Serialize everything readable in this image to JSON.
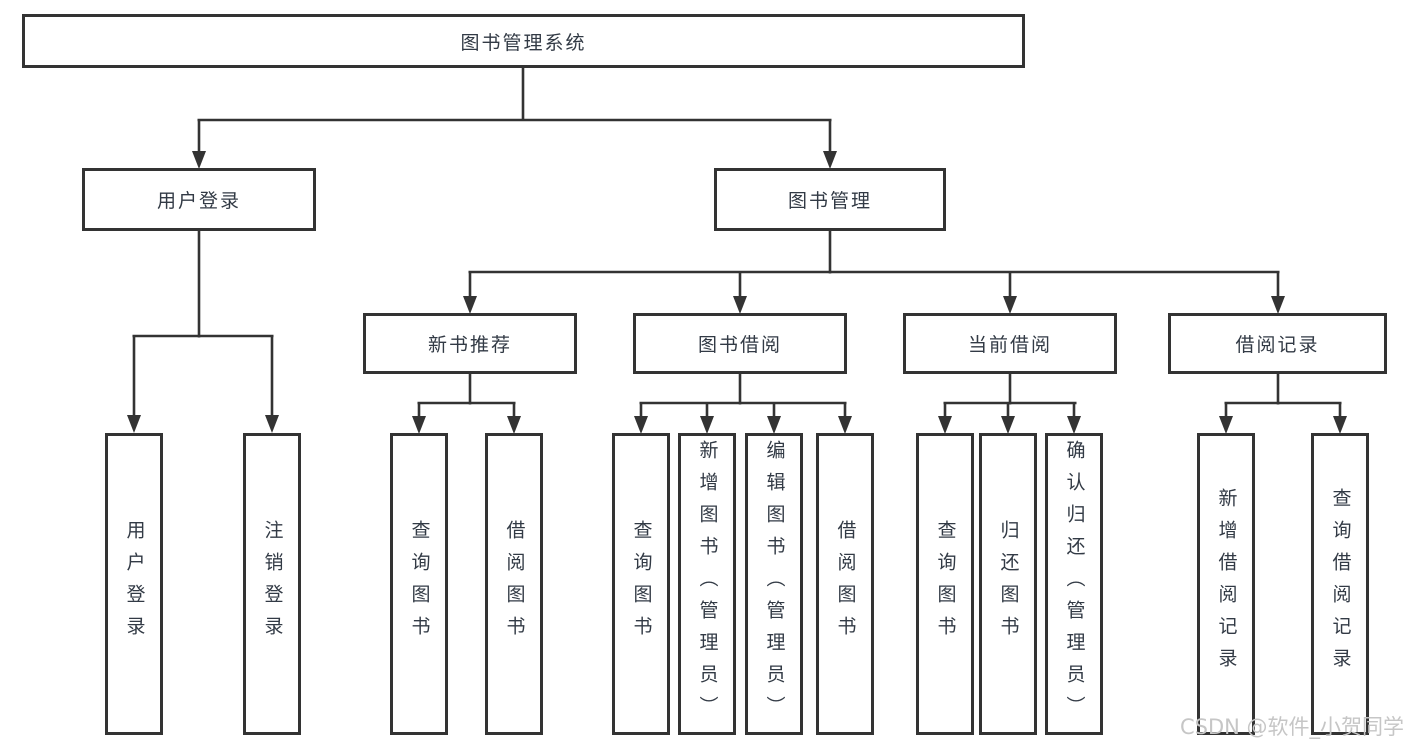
{
  "diagram": {
    "root": {
      "label": "图书管理系统"
    },
    "level2": [
      {
        "id": "user-login",
        "label": "用户登录"
      },
      {
        "id": "book-management",
        "label": "图书管理"
      }
    ],
    "level3": [
      {
        "id": "new-book-recommend",
        "label": "新书推荐"
      },
      {
        "id": "book-borrowing",
        "label": "图书借阅"
      },
      {
        "id": "current-borrowing",
        "label": "当前借阅"
      },
      {
        "id": "borrowing-records",
        "label": "借阅记录"
      }
    ],
    "leaves": [
      {
        "group": "用户登录",
        "label": "用户登录"
      },
      {
        "group": "用户登录",
        "label": "注销登录"
      },
      {
        "group": "新书推荐",
        "label": "查询图书"
      },
      {
        "group": "新书推荐",
        "label": "借阅图书"
      },
      {
        "group": "图书借阅",
        "label": "查询图书"
      },
      {
        "group": "图书借阅",
        "label": "新增图书（管理员）"
      },
      {
        "group": "图书借阅",
        "label": "编辑图书（管理员）"
      },
      {
        "group": "图书借阅",
        "label": "借阅图书"
      },
      {
        "group": "当前借阅",
        "label": "查询图书"
      },
      {
        "group": "当前借阅",
        "label": "归还图书"
      },
      {
        "group": "当前借阅",
        "label": "确认归还（管理员）"
      },
      {
        "group": "借阅记录",
        "label": "新增借阅记录"
      },
      {
        "group": "借阅记录",
        "label": "查询借阅记录"
      }
    ]
  },
  "watermark": {
    "text": "CSDN @软件_小贺同学"
  },
  "colors": {
    "line": "#333333",
    "text": "#323a45",
    "background": "#ffffff",
    "watermark": "#c6c6c6"
  }
}
